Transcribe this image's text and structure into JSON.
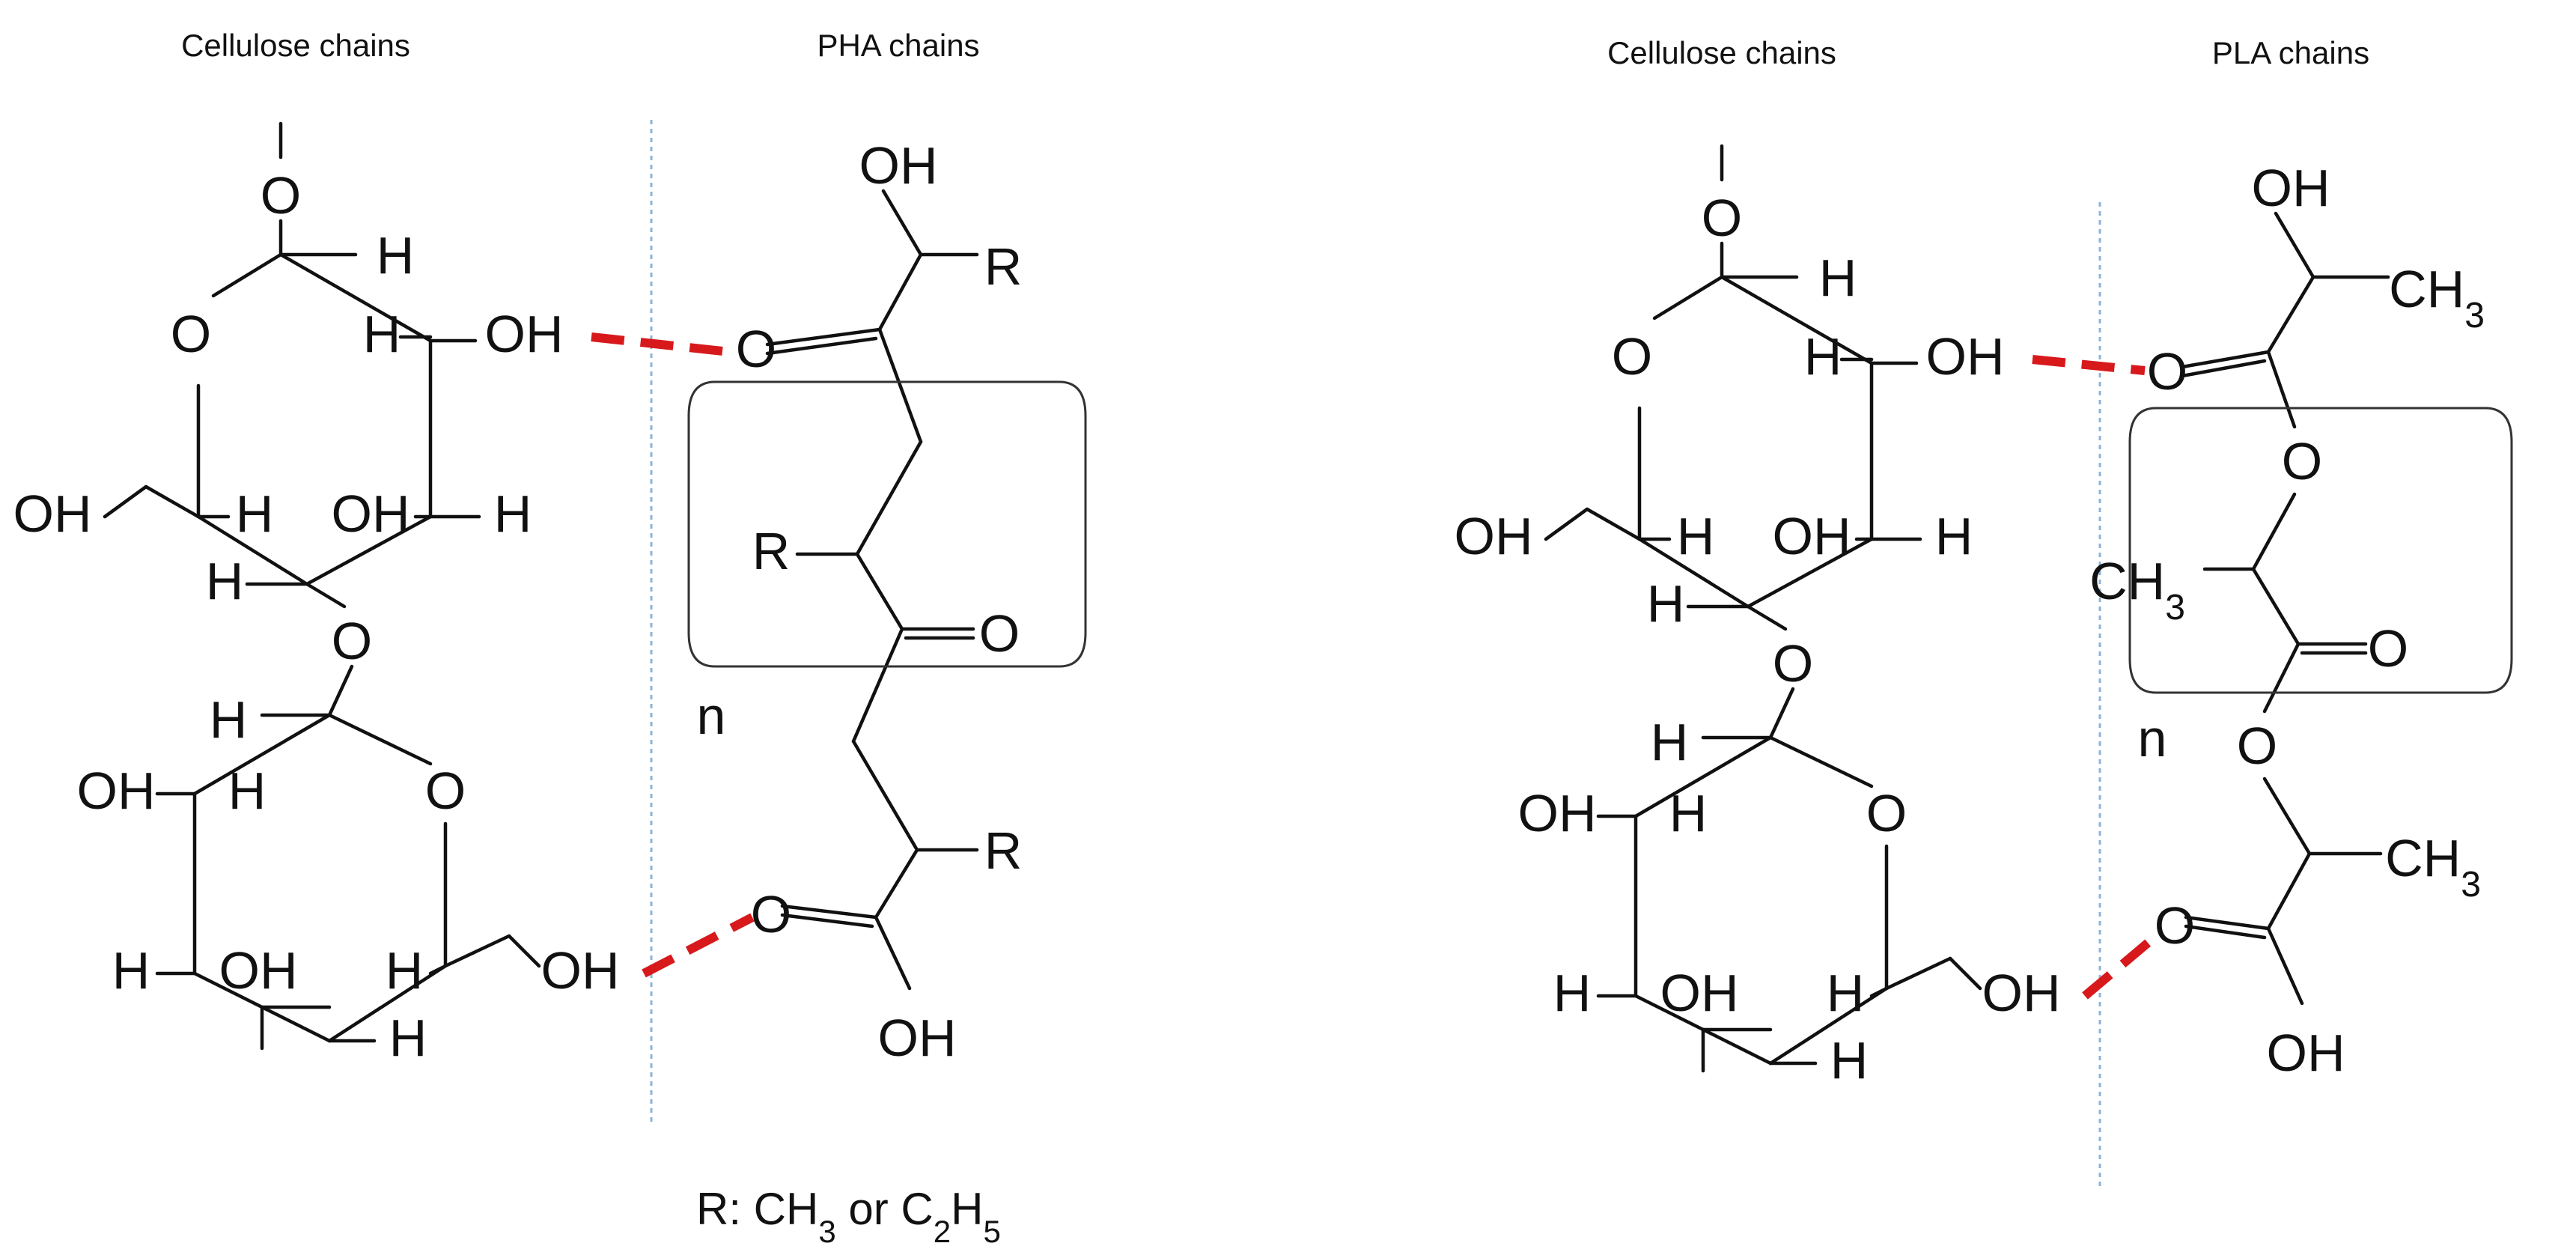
{
  "panels": [
    {
      "id": "pha",
      "left_heading": "Cellulose chains",
      "right_heading": "PHA chains",
      "repeat_label": "n",
      "substituent": "R",
      "footnote": {
        "prefix": "R: CH",
        "sub1": "3",
        "mid": " or C",
        "sub2": "2",
        "h": "H",
        "sub3": "5"
      }
    },
    {
      "id": "pla",
      "left_heading": "Cellulose chains",
      "right_heading": "PLA chains",
      "repeat_label": "n",
      "methyl": {
        "main": "CH",
        "sub": "3"
      }
    }
  ],
  "atoms": {
    "hydroxyl": "OH",
    "oxygen": "O",
    "hydrogen": "H"
  },
  "colors": {
    "hydrogen_bond": "#d7191c",
    "divider": "#8db3d9",
    "ink": "#111111"
  }
}
